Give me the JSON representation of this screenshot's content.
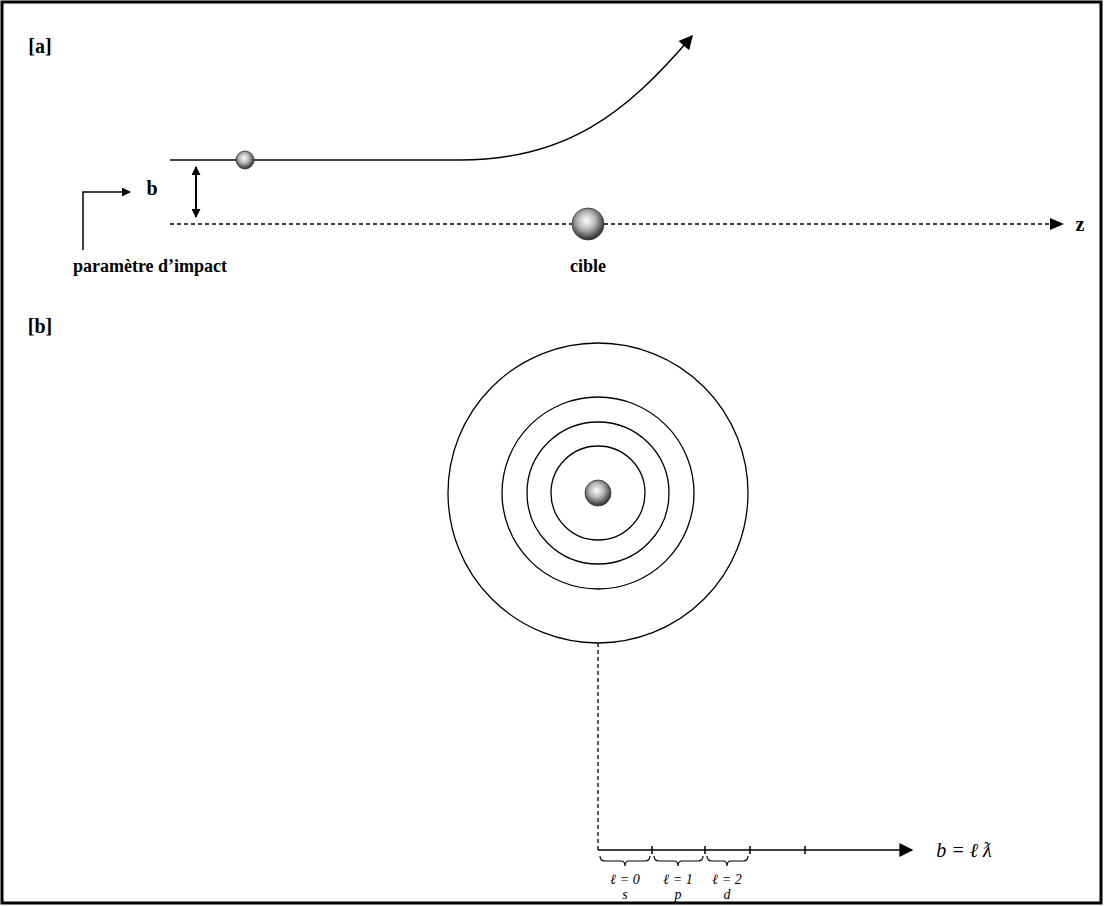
{
  "diagram": {
    "labels": [
      "[a]",
      "b",
      "paramètre d’impact",
      "cible",
      "z",
      "[b]",
      "b = ℓ ƛ",
      "ℓ = 0",
      "ℓ = 1",
      "ℓ = 2",
      "s",
      "p",
      "d"
    ]
  }
}
